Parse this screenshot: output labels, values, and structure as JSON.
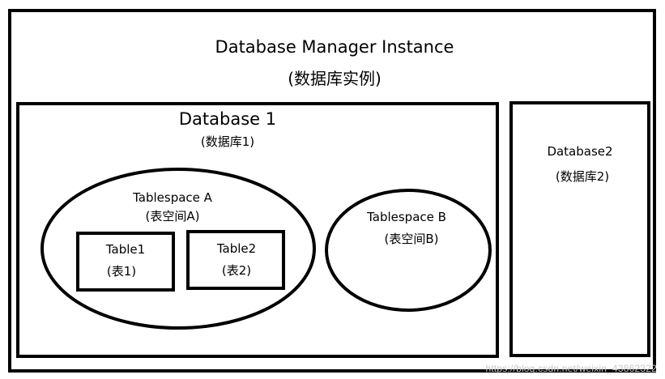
{
  "instance": {
    "title": "Database Manager Instance",
    "subtitle": "(数据库实例)"
  },
  "database1": {
    "title": "Database 1",
    "subtitle": "(数据库1)",
    "tablespace_a": {
      "title": "Tablespace A",
      "subtitle": "(表空间A)",
      "table1": {
        "title": "Table1",
        "subtitle": "(表1)"
      },
      "table2": {
        "title": "Table2",
        "subtitle": "(表2)"
      }
    },
    "tablespace_b": {
      "title": "Tablespace B",
      "subtitle": "(表空间B)"
    }
  },
  "database2": {
    "title": "Database2",
    "subtitle": "(数据库2)"
  },
  "watermark": "https://blog.csdn.net/weixin_43862322"
}
